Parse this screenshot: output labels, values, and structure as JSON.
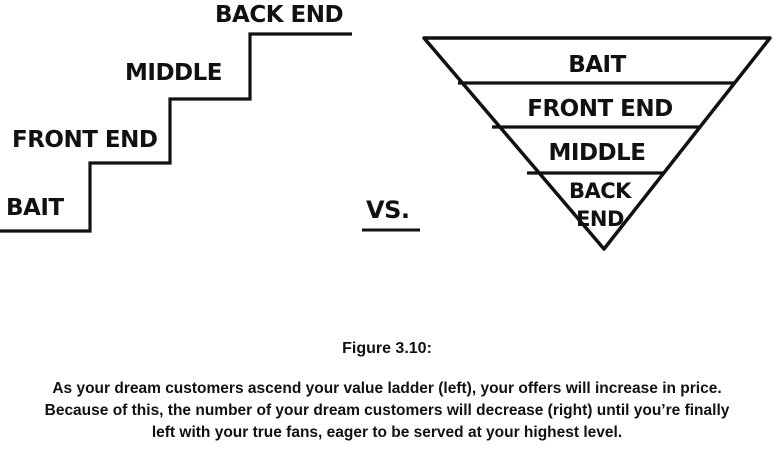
{
  "ladder": {
    "steps": [
      "BAIT",
      "FRONT END",
      "MIDDLE",
      "BACK END"
    ]
  },
  "versus": {
    "label": "VS."
  },
  "funnel": {
    "tiers": [
      "BAIT",
      "FRONT END",
      "MIDDLE"
    ],
    "bottom_line1": "BACK",
    "bottom_line2": "END"
  },
  "caption": {
    "figure_label": "Figure 3.10:",
    "text": "As your dream customers ascend your value ladder (left), your offers will increase in price. Because of this, the number of your dream customers will decrease (right) until you’re finally left with your true fans, eager to be served at your highest level."
  },
  "colors": {
    "ink": "#111111",
    "background": "#ffffff"
  }
}
